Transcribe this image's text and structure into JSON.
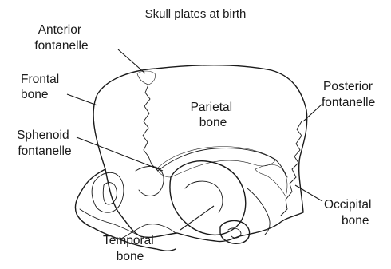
{
  "title": "Skull plates at birth",
  "labels": {
    "anterior_fontanelle": [
      "Anterior",
      "fontanelle"
    ],
    "frontal_bone": [
      "Frontal",
      "bone"
    ],
    "parietal_bone": [
      "Parietal",
      "bone"
    ],
    "posterior_fontanelle": [
      "Posterior",
      "fontanelle"
    ],
    "sphenoid_fontanelle": [
      "Sphenoid",
      "fontanelle"
    ],
    "occipital_bone": [
      "Occipital",
      "bone"
    ],
    "temporal_bone": [
      "Temporal",
      "bone"
    ]
  }
}
